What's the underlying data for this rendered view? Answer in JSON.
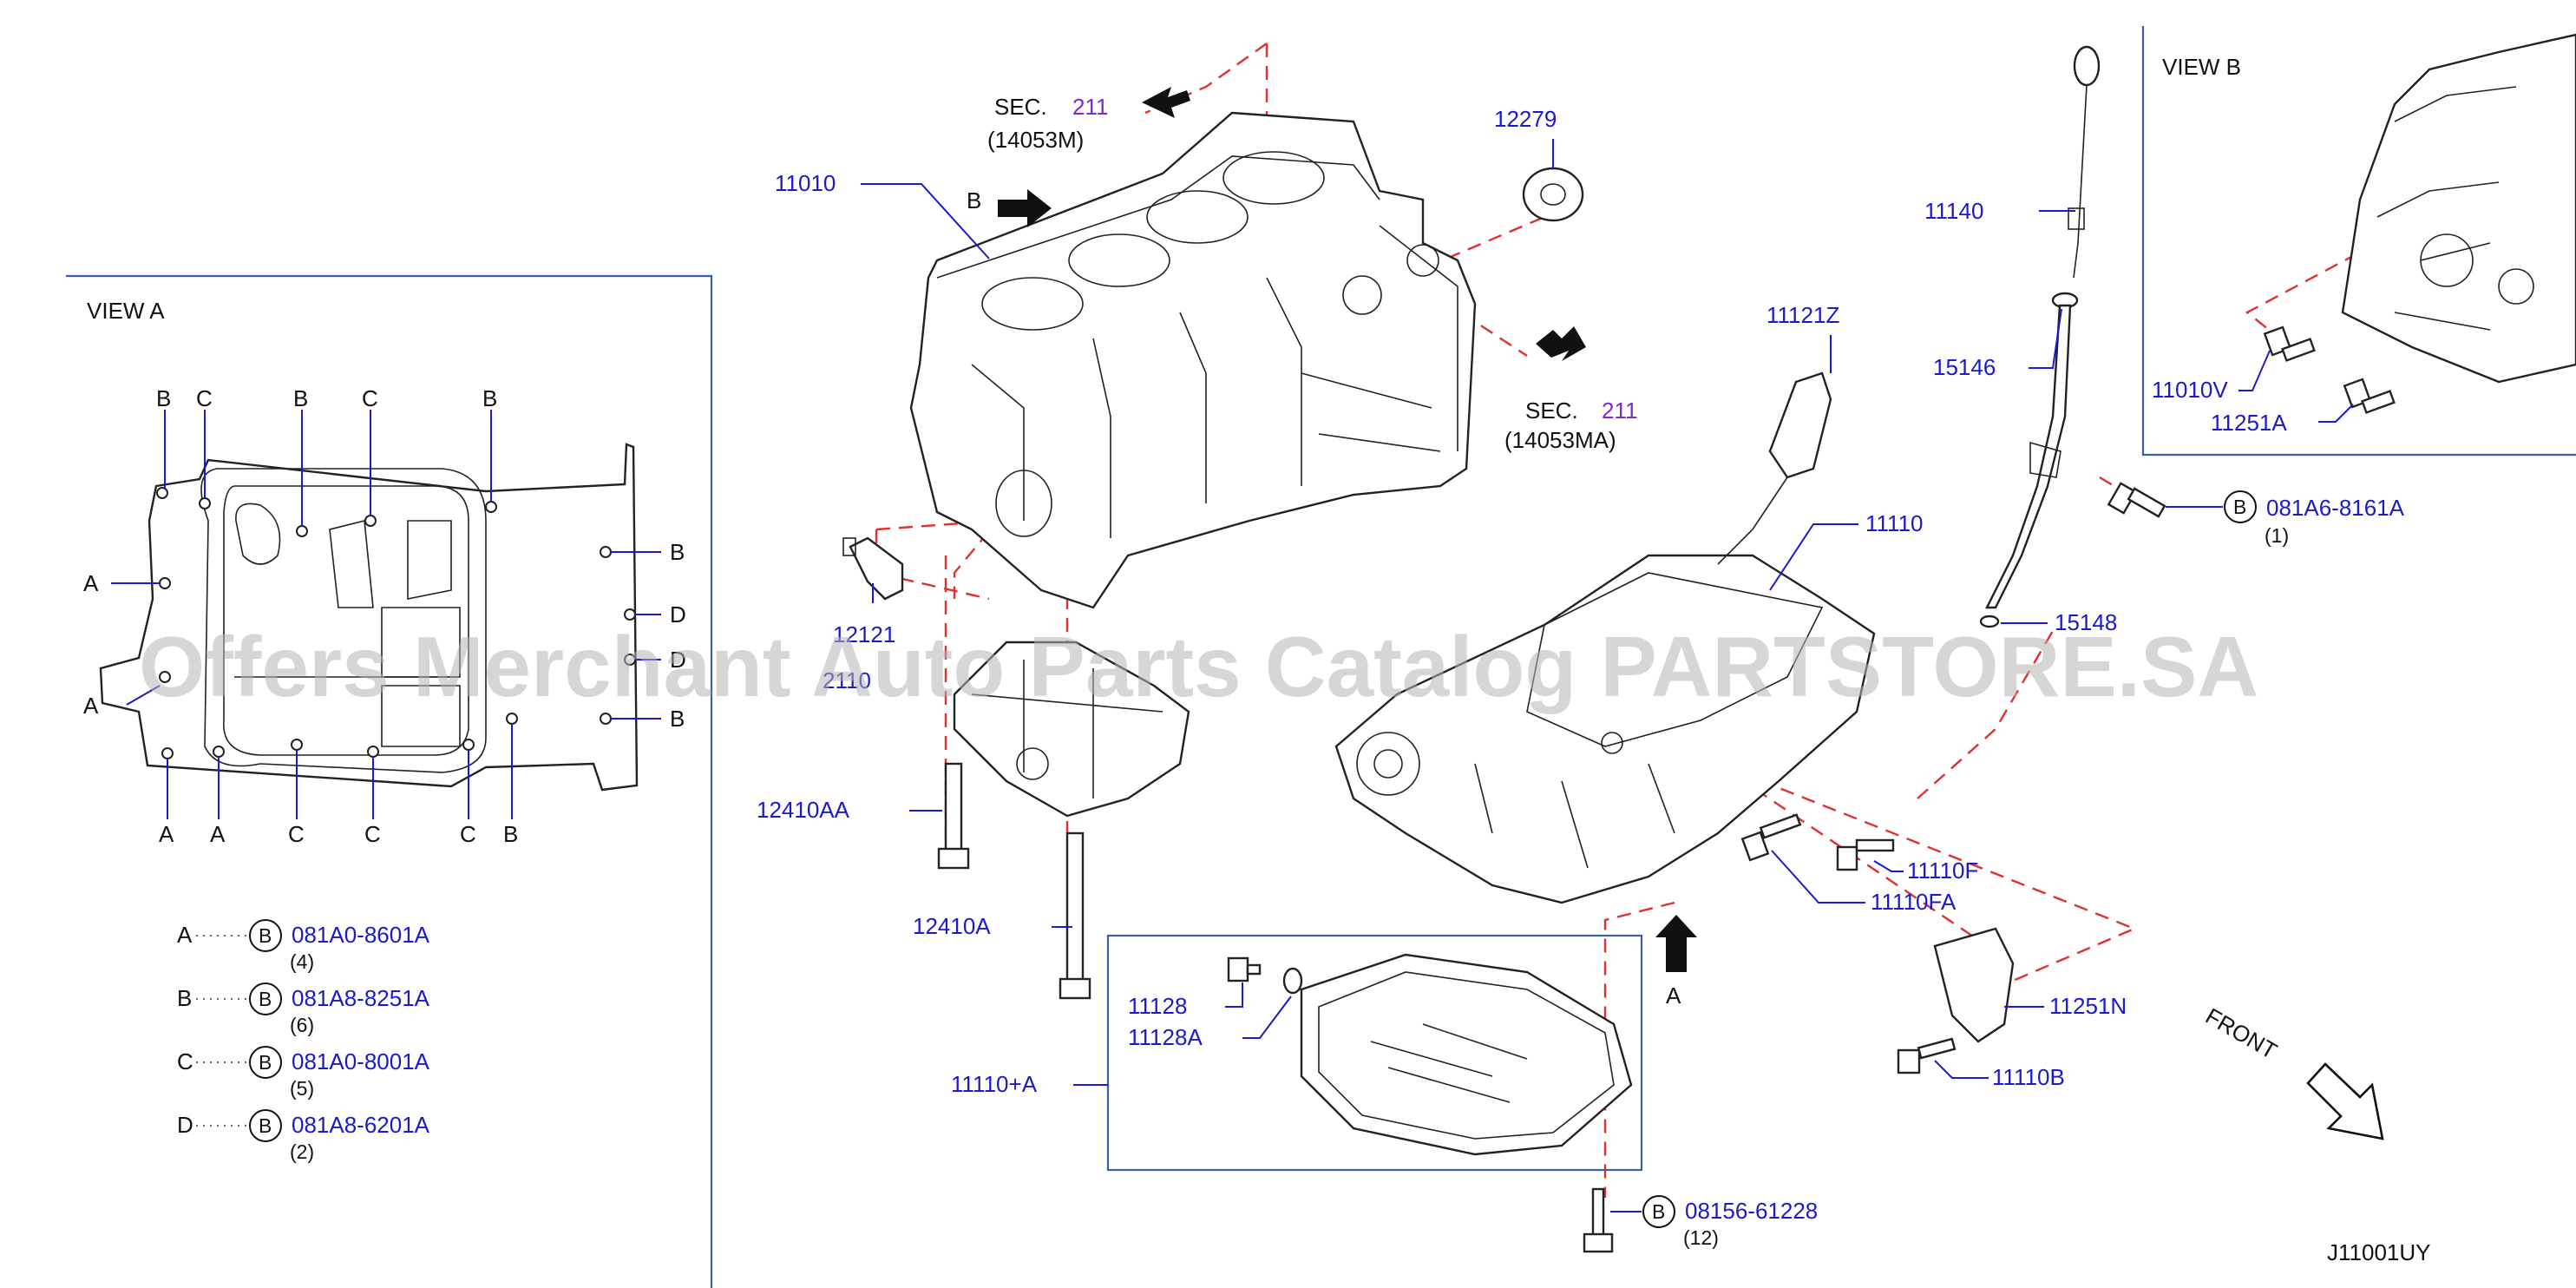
{
  "sec_top": {
    "prefix": "SEC.",
    "num": "211",
    "code": "(14053M)"
  },
  "sec_mid": {
    "prefix": "SEC.",
    "num": "211",
    "code": "(14053MA)"
  },
  "view_a": {
    "title": "VIEW   A",
    "top_letters": [
      "B",
      "C",
      "B",
      "C",
      "B"
    ],
    "bottom_letters": [
      "A",
      "A",
      "C",
      "C",
      "C",
      "B"
    ],
    "left_letters": [
      "A",
      "A"
    ],
    "right_letters": [
      "B",
      "D",
      "D",
      "B"
    ]
  },
  "view_b": {
    "title": "VIEW   B"
  },
  "legend": [
    {
      "letter": "A",
      "circle": "B",
      "part": "081A0-8601A",
      "qty": "(4)"
    },
    {
      "letter": "B",
      "circle": "B",
      "part": "081A8-8251A",
      "qty": "(6)"
    },
    {
      "letter": "C",
      "circle": "B",
      "part": "081A0-8001A",
      "qty": "(5)"
    },
    {
      "letter": "D",
      "circle": "B",
      "part": "081A8-6201A",
      "qty": "(2)"
    }
  ],
  "callouts": {
    "p11010": "11010",
    "arrow_b": "B",
    "p12279": "12279",
    "p11121z": "11121Z",
    "p11110": "11110",
    "p12121": "12121",
    "p2110": "2110",
    "p12410aa": "12410AA",
    "p12410a": "12410A",
    "p11128": "11128",
    "p11128a": "11128A",
    "p11110a": "11110+A",
    "arrow_a": "A",
    "p11110fa": "11110FA",
    "p11110f": "11110F",
    "p11251n": "11251N",
    "p11110b": "11110B",
    "p11140": "11140",
    "p15146": "15146",
    "p15148": "15148",
    "p11010v": "11010V",
    "p11251a": "11251A"
  },
  "bolt_081a6": {
    "circle": "B",
    "part": "081A6-8161A",
    "qty": "(1)"
  },
  "bolt_08156": {
    "circle": "B",
    "part": "08156-61228",
    "qty": "(12)"
  },
  "front_label": "FRONT",
  "diagram_code": "J11001UY",
  "watermark": "Offers Merchant Auto Parts Catalog PARTSTORE.SA",
  "colors": {
    "part_number": "#1a1acc",
    "sec_number": "#7a2ad0",
    "dash": "#e03030",
    "frame": "#3a5fb0"
  }
}
